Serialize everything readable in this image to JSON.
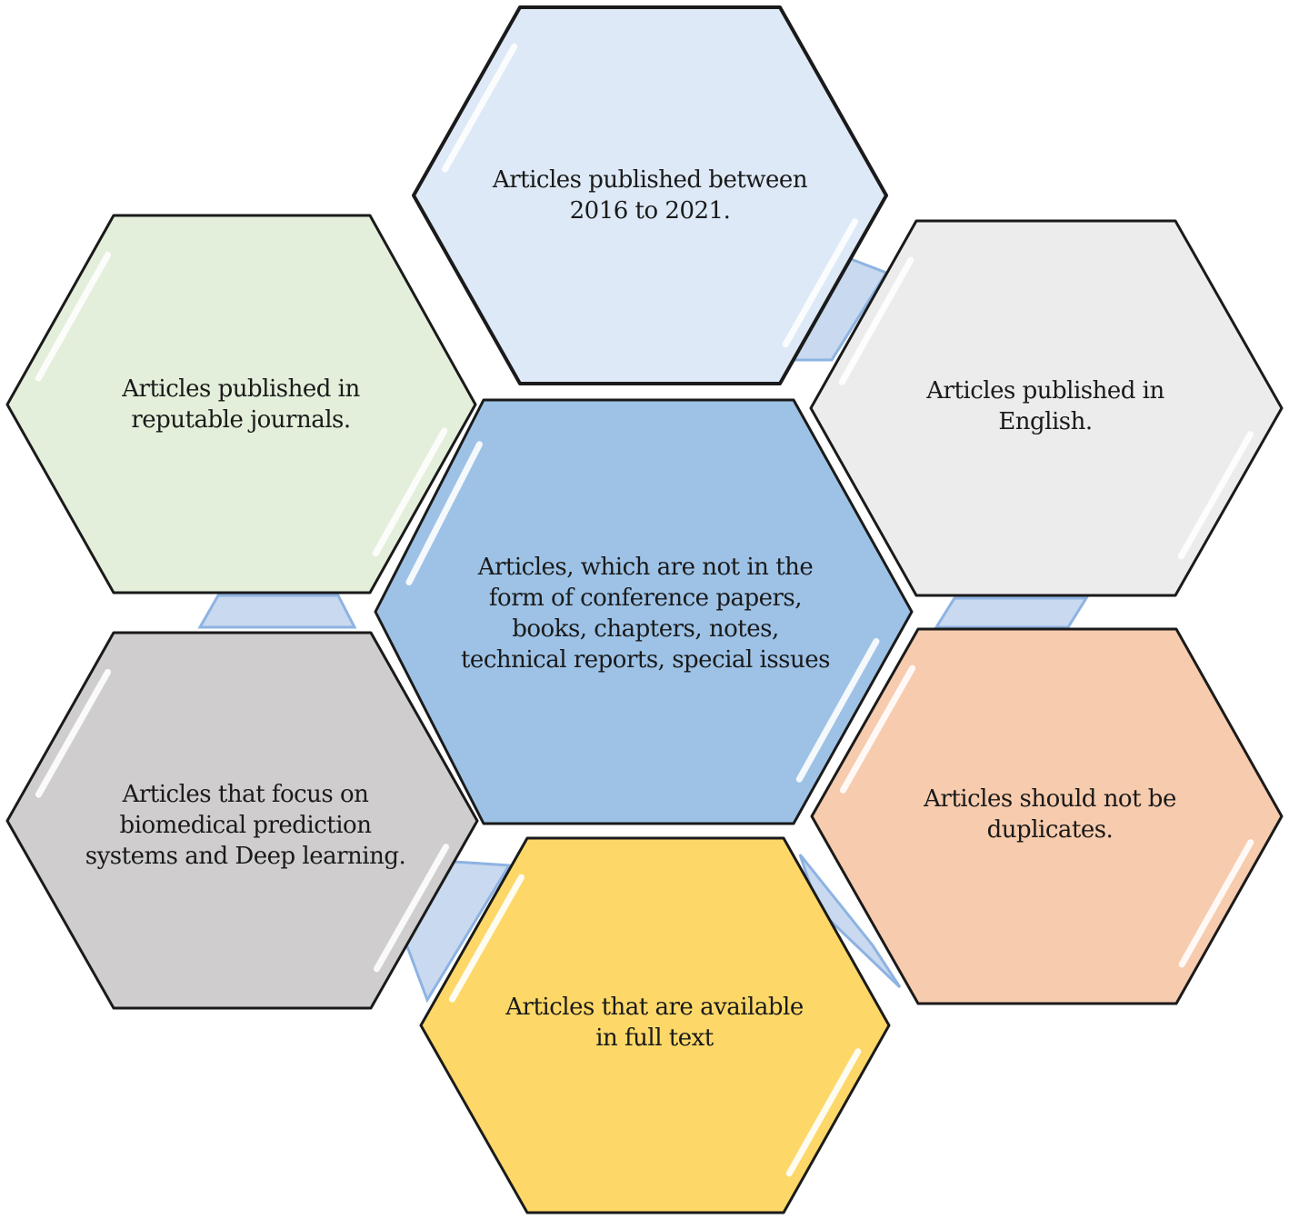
{
  "hexagons": [
    {
      "id": "top",
      "label": "Articles published between\n2016 to 2021.",
      "fill": "#dde9f6"
    },
    {
      "id": "upper-left",
      "label": "Articles published in\nreputable journals.",
      "fill": "#e3efda"
    },
    {
      "id": "upper-right",
      "label": "Articles published in\nEnglish.",
      "fill": "#ececec"
    },
    {
      "id": "center",
      "label": "Articles, which are not in the\nform of conference papers,\nbooks, chapters, notes,\ntechnical reports, special issues",
      "fill": "#9dc2e6"
    },
    {
      "id": "lower-left",
      "label": "Articles that focus on\nbiomedical prediction\nsystems and Deep learning.",
      "fill": "#cfcdce"
    },
    {
      "id": "lower-right",
      "label": "Articles should not be\nduplicates.",
      "fill": "#f7cbad"
    },
    {
      "id": "bottom",
      "label": "Articles that are available\nin full text",
      "fill": "#fdd868"
    }
  ],
  "colors": {
    "stroke": "#1a1a1a",
    "connector_fill": "#c9d9ef",
    "connector_stroke": "#8db3e2",
    "highlight": "#ffffff"
  }
}
